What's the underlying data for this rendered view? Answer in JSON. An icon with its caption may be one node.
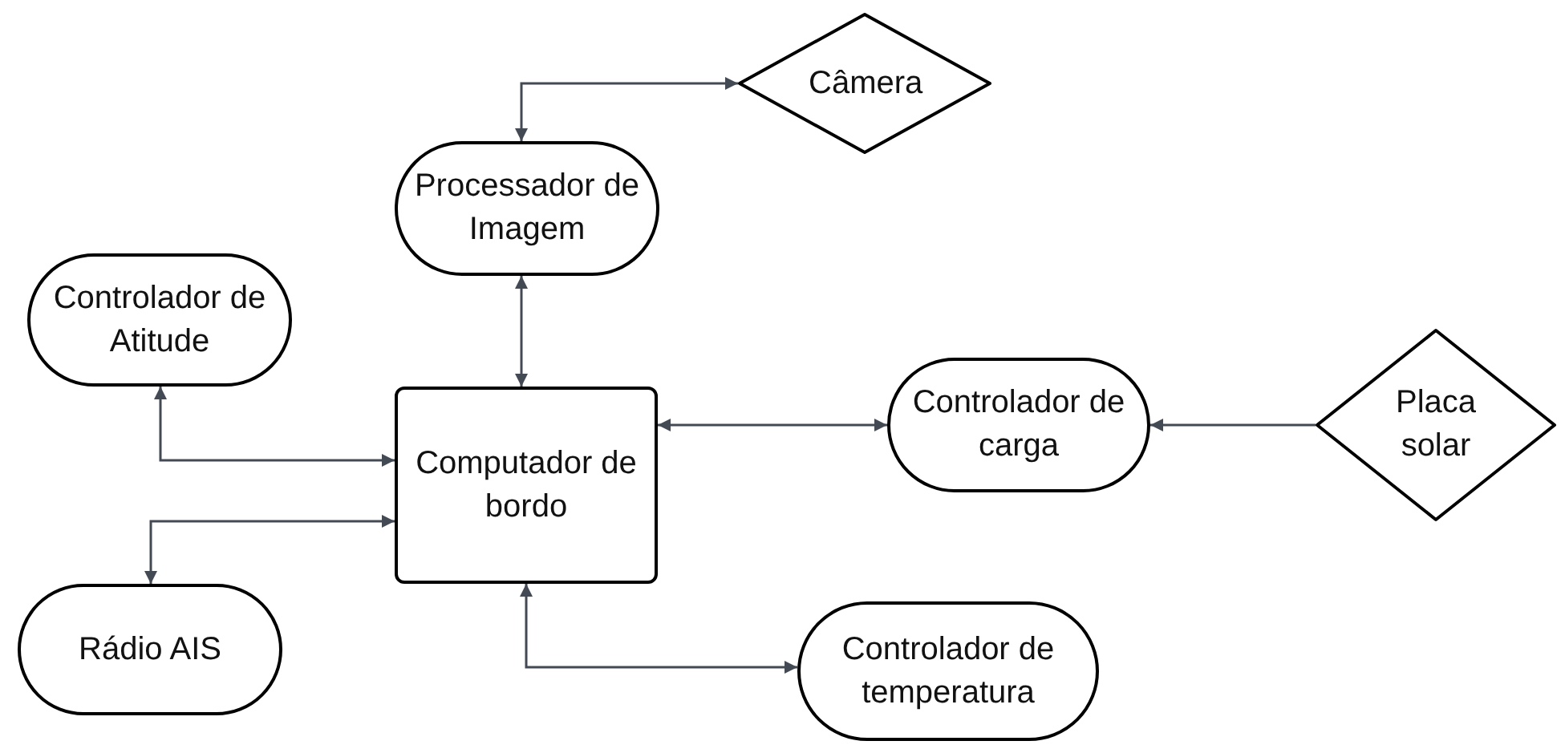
{
  "diagram": {
    "nodes": [
      {
        "text": [
          "Câmera"
        ]
      },
      {
        "text": [
          "Processador de Imagem"
        ]
      },
      {
        "text": [
          "Controlador de Atitude"
        ]
      },
      {
        "text": [
          "Computador de bordo"
        ]
      },
      {
        "text": [
          "Controlador de carga"
        ]
      },
      {
        "text": [
          "Placa solar"
        ]
      },
      {
        "text": [
          "Rádio AIS"
        ]
      },
      {
        "text": [
          "Controlador de temperatura"
        ]
      }
    ],
    "edges": [
      {
        "from": 1,
        "to": 0,
        "arrow": "both"
      },
      {
        "from": 1,
        "to": 3,
        "arrow": "both"
      },
      {
        "from": 2,
        "to": 3,
        "arrow": "both"
      },
      {
        "from": 3,
        "to": 6,
        "arrow": "both"
      },
      {
        "from": 3,
        "to": 4,
        "arrow": "both"
      },
      {
        "from": 5,
        "to": 4,
        "arrow": "to"
      },
      {
        "from": 3,
        "to": 7,
        "arrow": "both"
      }
    ]
  }
}
